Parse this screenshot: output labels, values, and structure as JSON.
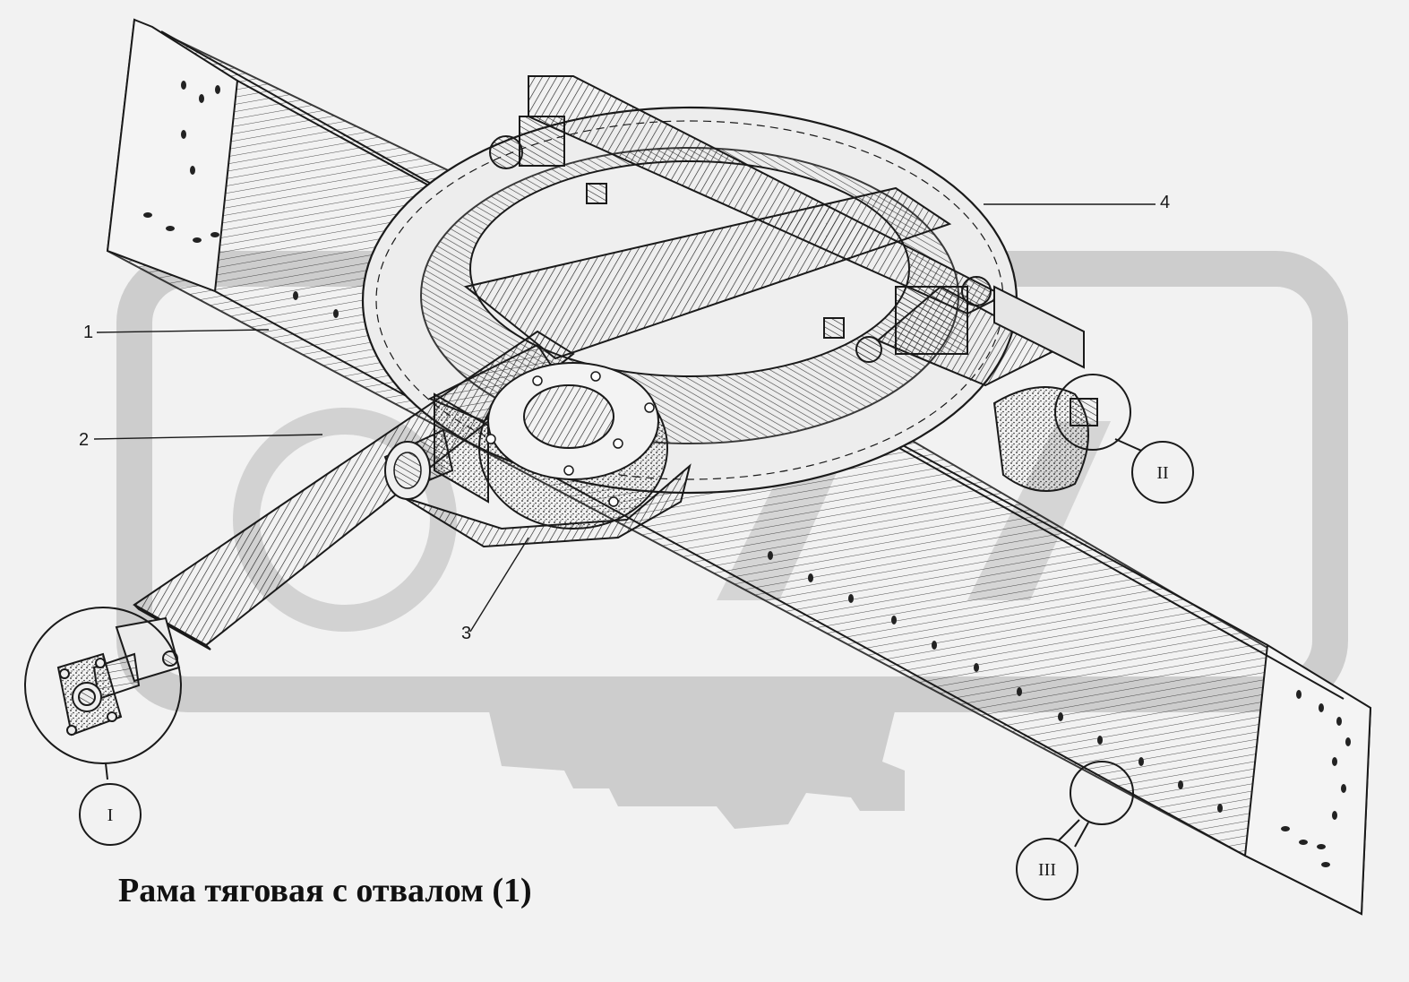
{
  "caption": "Рама тяговая с отвалом  (1)",
  "callouts": [
    {
      "id": "callout-1",
      "label": "1"
    },
    {
      "id": "callout-2",
      "label": "2"
    },
    {
      "id": "callout-3",
      "label": "3"
    },
    {
      "id": "callout-4",
      "label": "4"
    }
  ],
  "detail_views": [
    {
      "id": "detail-I",
      "label": "I"
    },
    {
      "id": "detail-II",
      "label": "II"
    },
    {
      "id": "detail-III",
      "label": "III"
    }
  ],
  "colors": {
    "background": "#f2f2f2",
    "ink": "#1a1a1a",
    "watermark": "#c8c8c8"
  }
}
